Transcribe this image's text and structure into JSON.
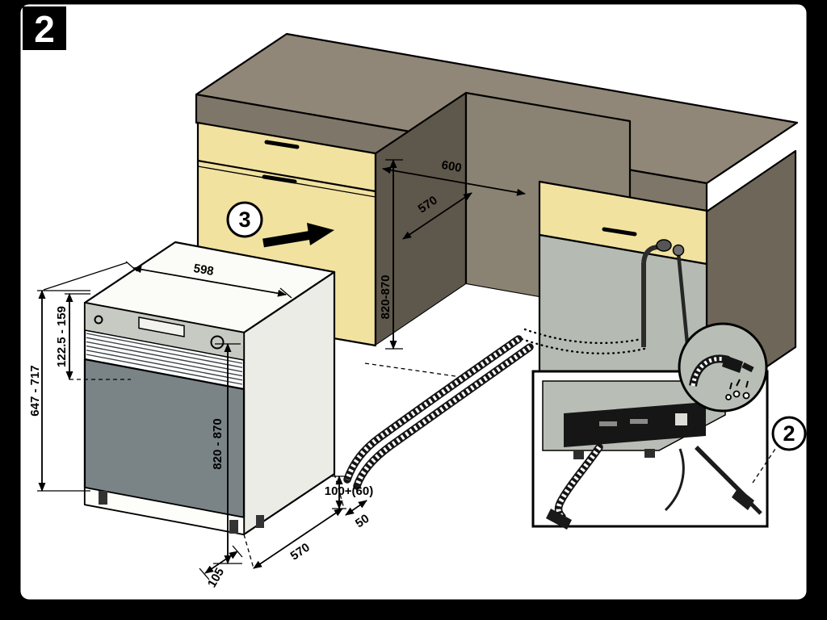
{
  "page": {
    "step_label": "2"
  },
  "callouts": {
    "slide_in_step": "3",
    "connect_step": "2"
  },
  "dims": {
    "niche_width": "600",
    "niche_depth": "570",
    "niche_height": "820-870",
    "appliance_width": "598",
    "appliance_total_height": "647 - 717",
    "panel_height": "122.5 - 159",
    "appliance_height_range": "820 - 870",
    "plinth_depth": "105",
    "appliance_depth": "570",
    "rear_gap": "50",
    "hose_clearance": "100+(60)"
  },
  "colors": {
    "paper": "#ffffff",
    "frame": "#000000",
    "cabinet_front_yellow": "#f2e2a0",
    "worktop_taupe": "#908778",
    "counter_edge": "#7f766a",
    "end_panel_dark": "#6e6659",
    "inner_wall_dark": "#5e574b",
    "back_wall": "#8a8273",
    "appliance_door_gray": "#7a8486",
    "appliance_panel_gray": "#c6cac3",
    "interior_gray": "#b5bbb2"
  }
}
